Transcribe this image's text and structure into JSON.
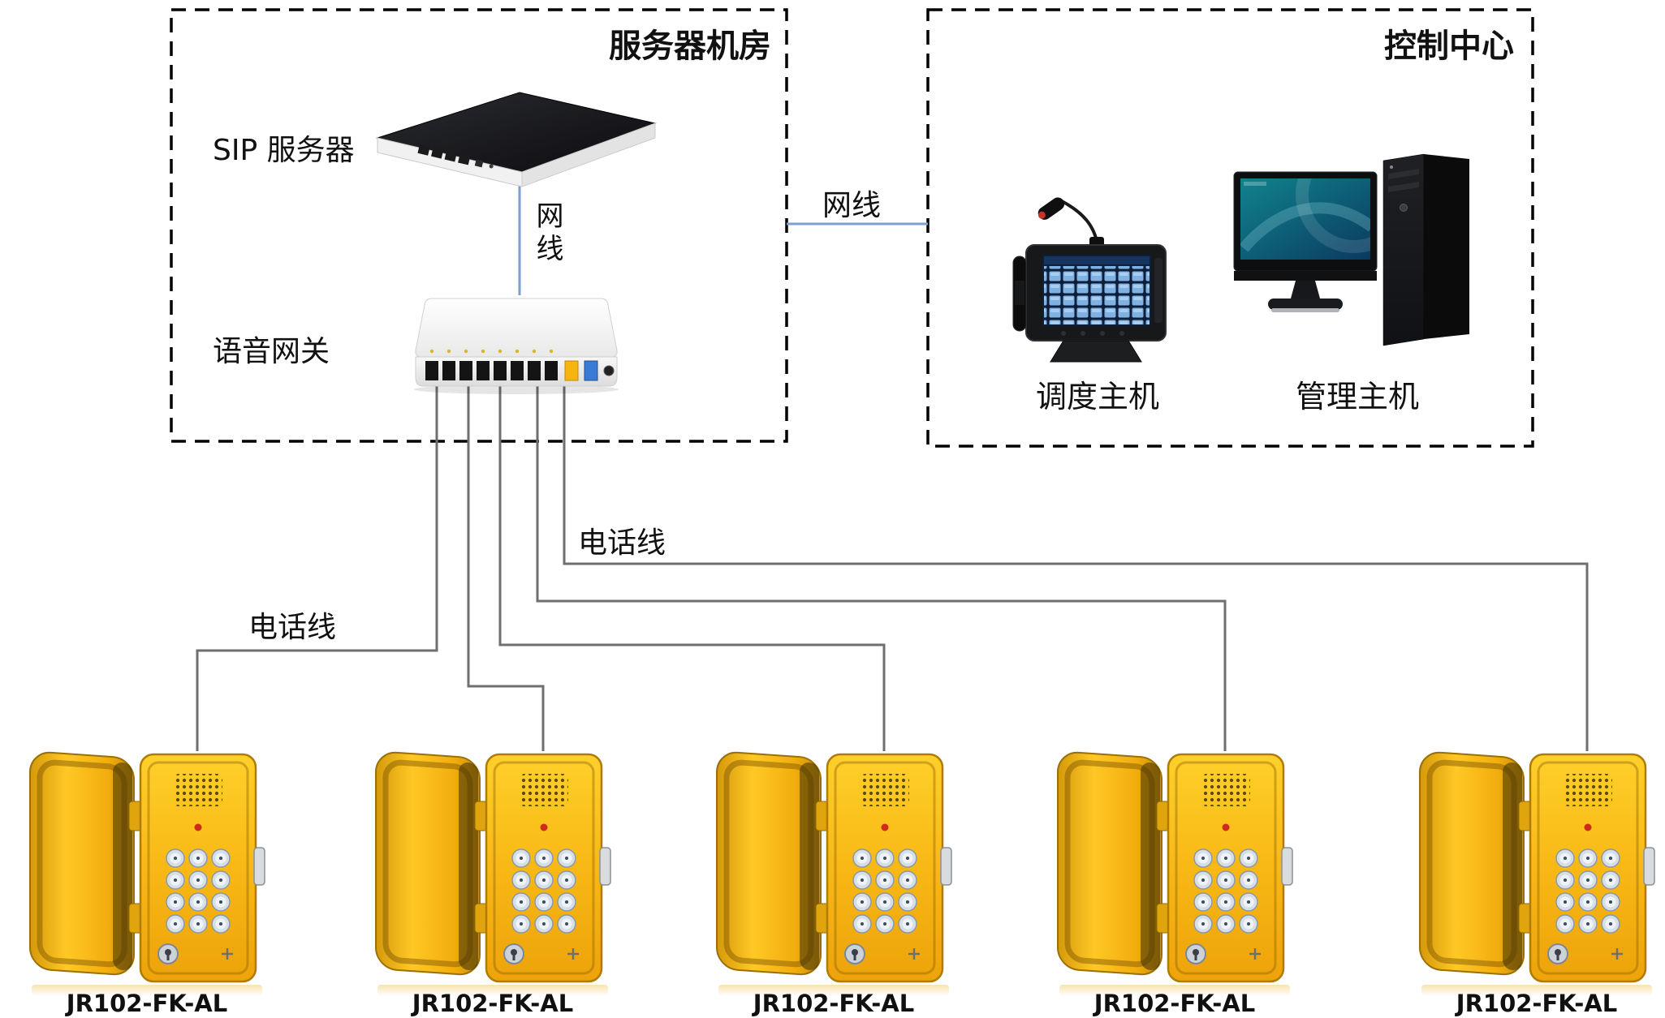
{
  "server_room": {
    "title": "服务器机房",
    "sip_server_label": "SIP 服务器",
    "cable_vertical_label": "网线",
    "gateway_label": "语音网关"
  },
  "control_center": {
    "title": "控制中心",
    "dispatch_host_label": "调度主机",
    "management_host_label": "管理主机"
  },
  "connections": {
    "lan_cable_label": "网线",
    "phone_line_label_upper": "电话线",
    "phone_line_label_lower": "电话线"
  },
  "phones": [
    {
      "label": "JR102-FK-AL"
    },
    {
      "label": "JR102-FK-AL"
    },
    {
      "label": "JR102-FK-AL"
    },
    {
      "label": "JR102-FK-AL"
    },
    {
      "label": "JR102-FK-AL"
    }
  ],
  "colors": {
    "cable_blue": "#7b9fce",
    "phone_line_gray": "#6f6f6f",
    "phone_yellow": "#f8b815",
    "box_border": "#000000"
  }
}
